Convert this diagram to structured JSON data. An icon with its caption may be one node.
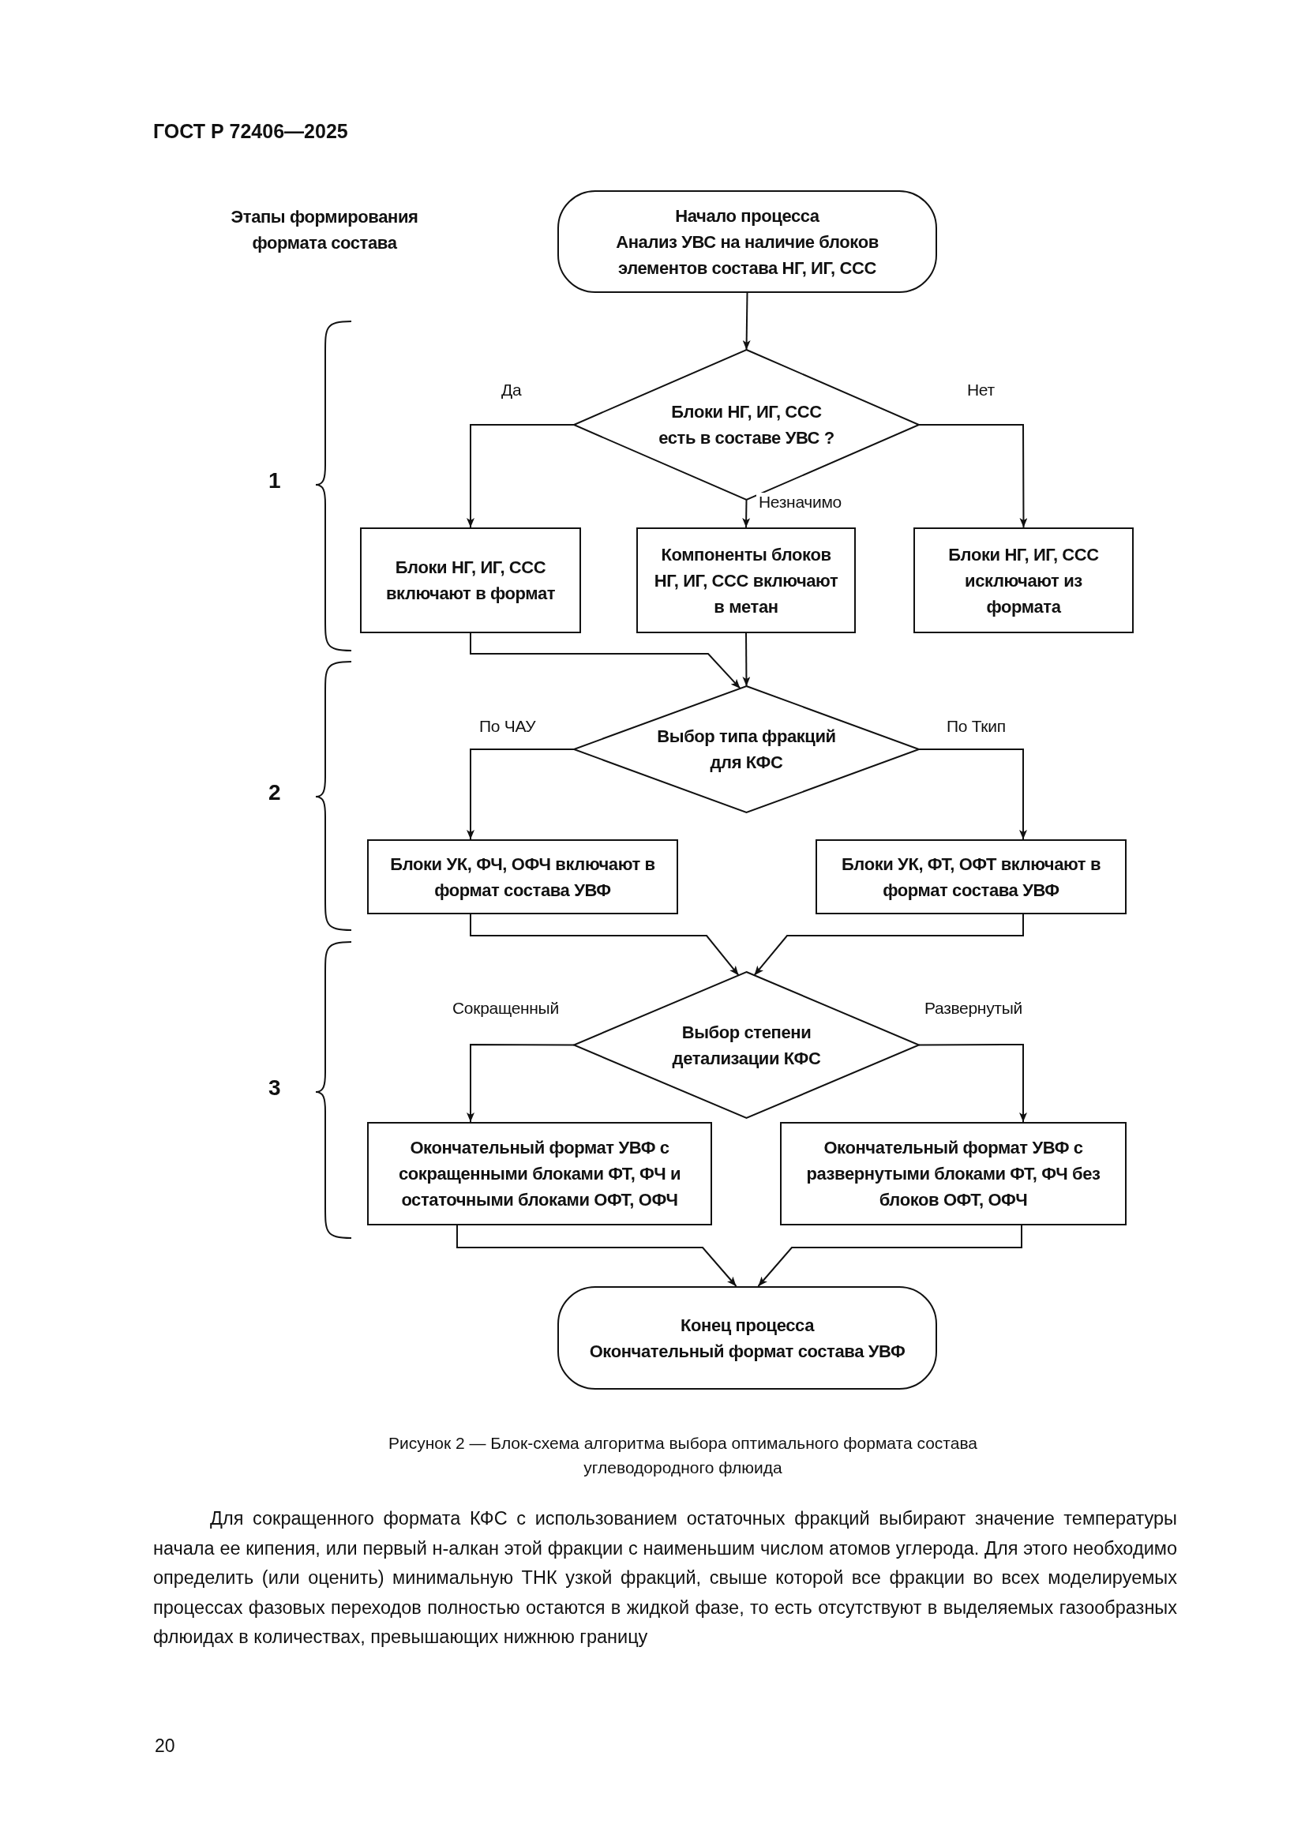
{
  "diagram": {
    "caption": "Рисунок 2 — Блок-схема алгоритма выбора оптимального формата состава углеводородного флюида",
    "nodes": [
      {
        "text": [
          "Начало процесса",
          "Анализ УВС на наличие блоков элементов состава НГ, ИГ, ССС"
        ]
      },
      {
        "text": [
          "Блоки НГ, ИГ, ССС есть в составе УВС ?"
        ]
      },
      {
        "text": [
          "Блоки НГ, ИГ, ССС включают в формат"
        ]
      },
      {
        "text": [
          "Компоненты блоков НГ, ИГ, ССС включают в метан"
        ]
      },
      {
        "text": [
          "Блоки НГ, ИГ, ССС исключают из формата"
        ]
      },
      {
        "text": [
          "Выбор типа фракций для КФС"
        ]
      },
      {
        "text": [
          "Блоки УК, ФЧ, ОФЧ включают в формат состава УВФ"
        ]
      },
      {
        "text": [
          "Блоки УК, ФТ, ОФТ включают в формат состава УВФ"
        ]
      },
      {
        "text": [
          "Выбор степени детализации КФС"
        ]
      },
      {
        "text": [
          "Окончательный формат УВФ с сокращенными блоками ФТ, ФЧ и остаточными блоками ОФТ, ОФЧ"
        ]
      },
      {
        "text": [
          "Окончательный формат УВФ с развернутыми блоками ФТ, ФЧ без блоков ОФТ, ОФЧ"
        ]
      },
      {
        "text": [
          "Конец процесса",
          "Окончательный формат состава УВФ"
        ]
      }
    ],
    "edges": [
      {
        "from": 0,
        "to": 1,
        "arrow": "to"
      },
      {
        "from": 1,
        "to": 2,
        "arrow": "to",
        "label": "Да"
      },
      {
        "from": 1,
        "to": 3,
        "arrow": "to",
        "label": "Незначимо"
      },
      {
        "from": 1,
        "to": 4,
        "arrow": "to",
        "label": "Нет"
      },
      {
        "from": 2,
        "to": 5,
        "arrow": "to"
      },
      {
        "from": 3,
        "to": 5,
        "arrow": "to"
      },
      {
        "from": 5,
        "to": 6,
        "arrow": "to",
        "label": "По ЧАУ"
      },
      {
        "from": 5,
        "to": 7,
        "arrow": "to",
        "label": "По Ткип"
      },
      {
        "from": 6,
        "to": 8,
        "arrow": "to"
      },
      {
        "from": 7,
        "to": 8,
        "arrow": "to"
      },
      {
        "from": 8,
        "to": 9,
        "arrow": "to",
        "label": "Сокращенный"
      },
      {
        "from": 8,
        "to": 10,
        "arrow": "to",
        "label": "Развернутый"
      },
      {
        "from": 9,
        "to": 11,
        "arrow": "to"
      },
      {
        "from": 10,
        "to": 11,
        "arrow": "to"
      }
    ],
    "labels": [
      "ГОСТ Р 72406—2025",
      "Этапы формирования формата состава",
      "1",
      "2",
      "3",
      "Для сокращенного формата КФС с использованием остаточных фракций выбирают значение температуры начала ее кипения, или первый н-алкан этой фракции с наименьшим числом атомов углерода. Для этого необходимо определить (или оценить) минимальную ТНК узкой фракций, свыше которой все фракции во всех моделируемых процессах фазовых переходов полностью остаются в жидкой фазе, то есть отсутствуют в выделяемых газообразных флюидах в количествах, превышающих нижнюю границу",
      "20"
    ]
  }
}
